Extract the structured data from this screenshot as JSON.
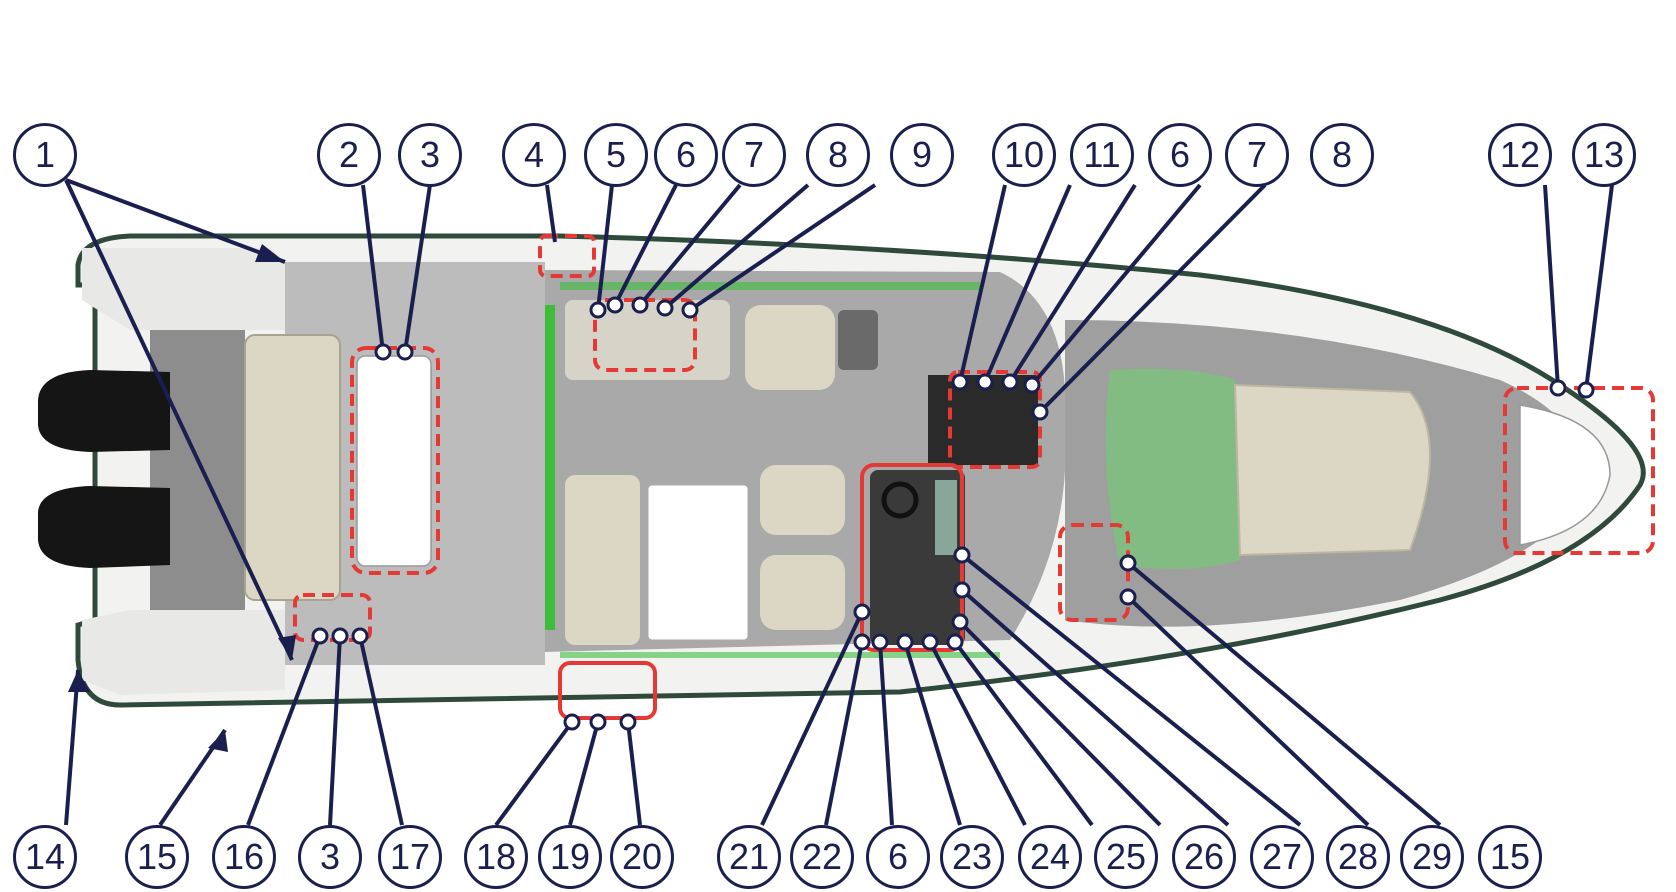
{
  "figure": {
    "callouts_top": [
      "1",
      "2",
      "3",
      "4",
      "5",
      "6",
      "7",
      "8",
      "9",
      "10",
      "11",
      "6",
      "7",
      "8",
      "12",
      "13"
    ],
    "callouts_bottom": [
      "14",
      "15",
      "16",
      "3",
      "17",
      "18",
      "19",
      "20",
      "21",
      "22",
      "6",
      "23",
      "24",
      "25",
      "26",
      "27",
      "28",
      "29",
      "15"
    ]
  },
  "colors": {
    "leader": "#1b1f4f",
    "highlight": "#e53935",
    "hull": "#f2f2f0",
    "hull_edge": "#2f4a3a",
    "deck": "#bcbcbc",
    "deck_light": "#d2d2d0",
    "cushion": "#dcd6c4",
    "glass": "#7fbf7f",
    "engine": "#151515",
    "console": "#3a3a3a"
  }
}
